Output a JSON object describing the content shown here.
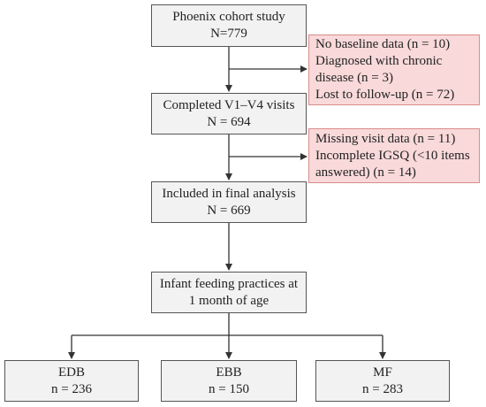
{
  "flowchart": {
    "cohort": {
      "line1": "Phoenix cohort study",
      "line2": "N=779"
    },
    "exclusion1": {
      "line1": "No baseline data (n = 10)",
      "line2": "Diagnosed with chronic",
      "line3": "disease (n = 3)",
      "line4": "Lost to follow-up (n = 72)"
    },
    "completed": {
      "line1": "Completed V1–V4 visits",
      "line2": "N = 694"
    },
    "exclusion2": {
      "line1": "Missing visit data (n = 11)",
      "line2": "Incomplete IGSQ (<10 items",
      "line3": "answered) (n = 14)"
    },
    "included": {
      "line1": "Included in final analysis",
      "line2": "N = 669"
    },
    "feeding": {
      "line1": "Infant feeding practices at",
      "line2": "1 month of age"
    },
    "groups": [
      {
        "name": "EDB",
        "count": "n = 236"
      },
      {
        "name": "EBB",
        "count": "n = 150"
      },
      {
        "name": "MF",
        "count": "n = 283"
      }
    ]
  },
  "colors": {
    "box_fill": "#f2f2f2",
    "box_border": "#555555",
    "exclusion_fill": "#f9d9d9",
    "exclusion_border": "#d98c8c",
    "connector": "#333333"
  }
}
